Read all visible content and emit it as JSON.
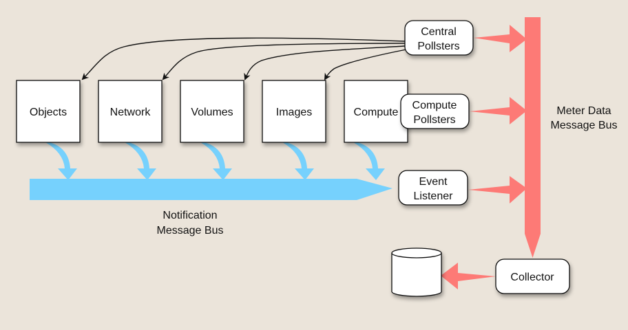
{
  "colors": {
    "background": "#ebe4da",
    "notification_bus": "#76d1fd",
    "meter_bus": "#fd7a76",
    "box_fill": "#ffffff",
    "box_stroke": "#111111"
  },
  "services": [
    {
      "id": "objects",
      "label": "Objects"
    },
    {
      "id": "network",
      "label": "Network"
    },
    {
      "id": "volumes",
      "label": "Volumes"
    },
    {
      "id": "images",
      "label": "Images"
    },
    {
      "id": "compute",
      "label": "Compute"
    }
  ],
  "agents": {
    "central_pollsters": {
      "line1": "Central",
      "line2": "Pollsters"
    },
    "compute_pollsters": {
      "line1": "Compute",
      "line2": "Pollsters"
    },
    "event_listener": {
      "line1": "Event",
      "line2": "Listener"
    },
    "collector": {
      "label": "Collector"
    }
  },
  "buses": {
    "notification": {
      "line1": "Notification",
      "line2": "Message Bus"
    },
    "meter": {
      "line1": "Meter Data",
      "line2": "Message Bus"
    }
  },
  "storage": {
    "name": "database"
  }
}
